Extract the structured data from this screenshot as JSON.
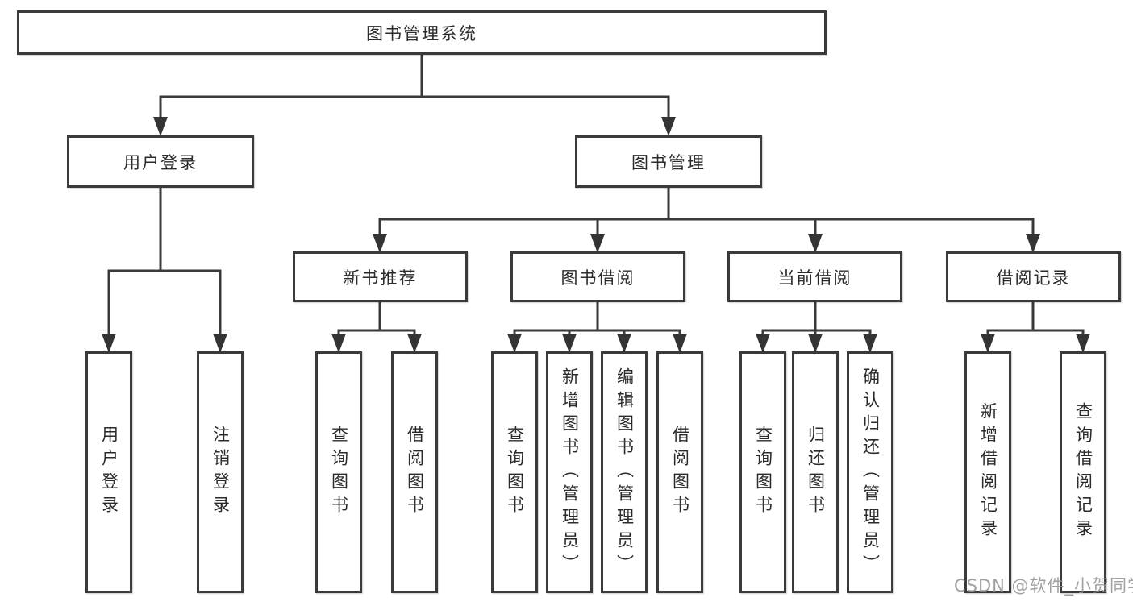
{
  "tree": {
    "label": "图书管理系统",
    "children": [
      {
        "label": "用户登录",
        "children": [
          {
            "label": "用户登录"
          },
          {
            "label": "注销登录"
          }
        ]
      },
      {
        "label": "图书管理",
        "children": [
          {
            "label": "新书推荐",
            "children": [
              {
                "label": "查询图书"
              },
              {
                "label": "借阅图书"
              }
            ]
          },
          {
            "label": "图书借阅",
            "children": [
              {
                "label": "查询图书"
              },
              {
                "label": "新增图书（管理员）"
              },
              {
                "label": "编辑图书（管理员）"
              },
              {
                "label": "借阅图书"
              }
            ]
          },
          {
            "label": "当前借阅",
            "children": [
              {
                "label": "查询图书"
              },
              {
                "label": "归还图书"
              },
              {
                "label": "确认归还（管理员）"
              }
            ]
          },
          {
            "label": "借阅记录",
            "children": [
              {
                "label": "新增借阅记录"
              },
              {
                "label": "查询借阅记录"
              }
            ]
          }
        ]
      }
    ]
  },
  "watermark": {
    "text": "CSDN @软件_小贺同学"
  },
  "colors": {
    "line": "#3a3a3a",
    "box_border": "#3a3a3a",
    "box_background": "#ffffff",
    "text": "#2b2b2b",
    "watermark": "#919191",
    "page_background": "#ffffff"
  }
}
